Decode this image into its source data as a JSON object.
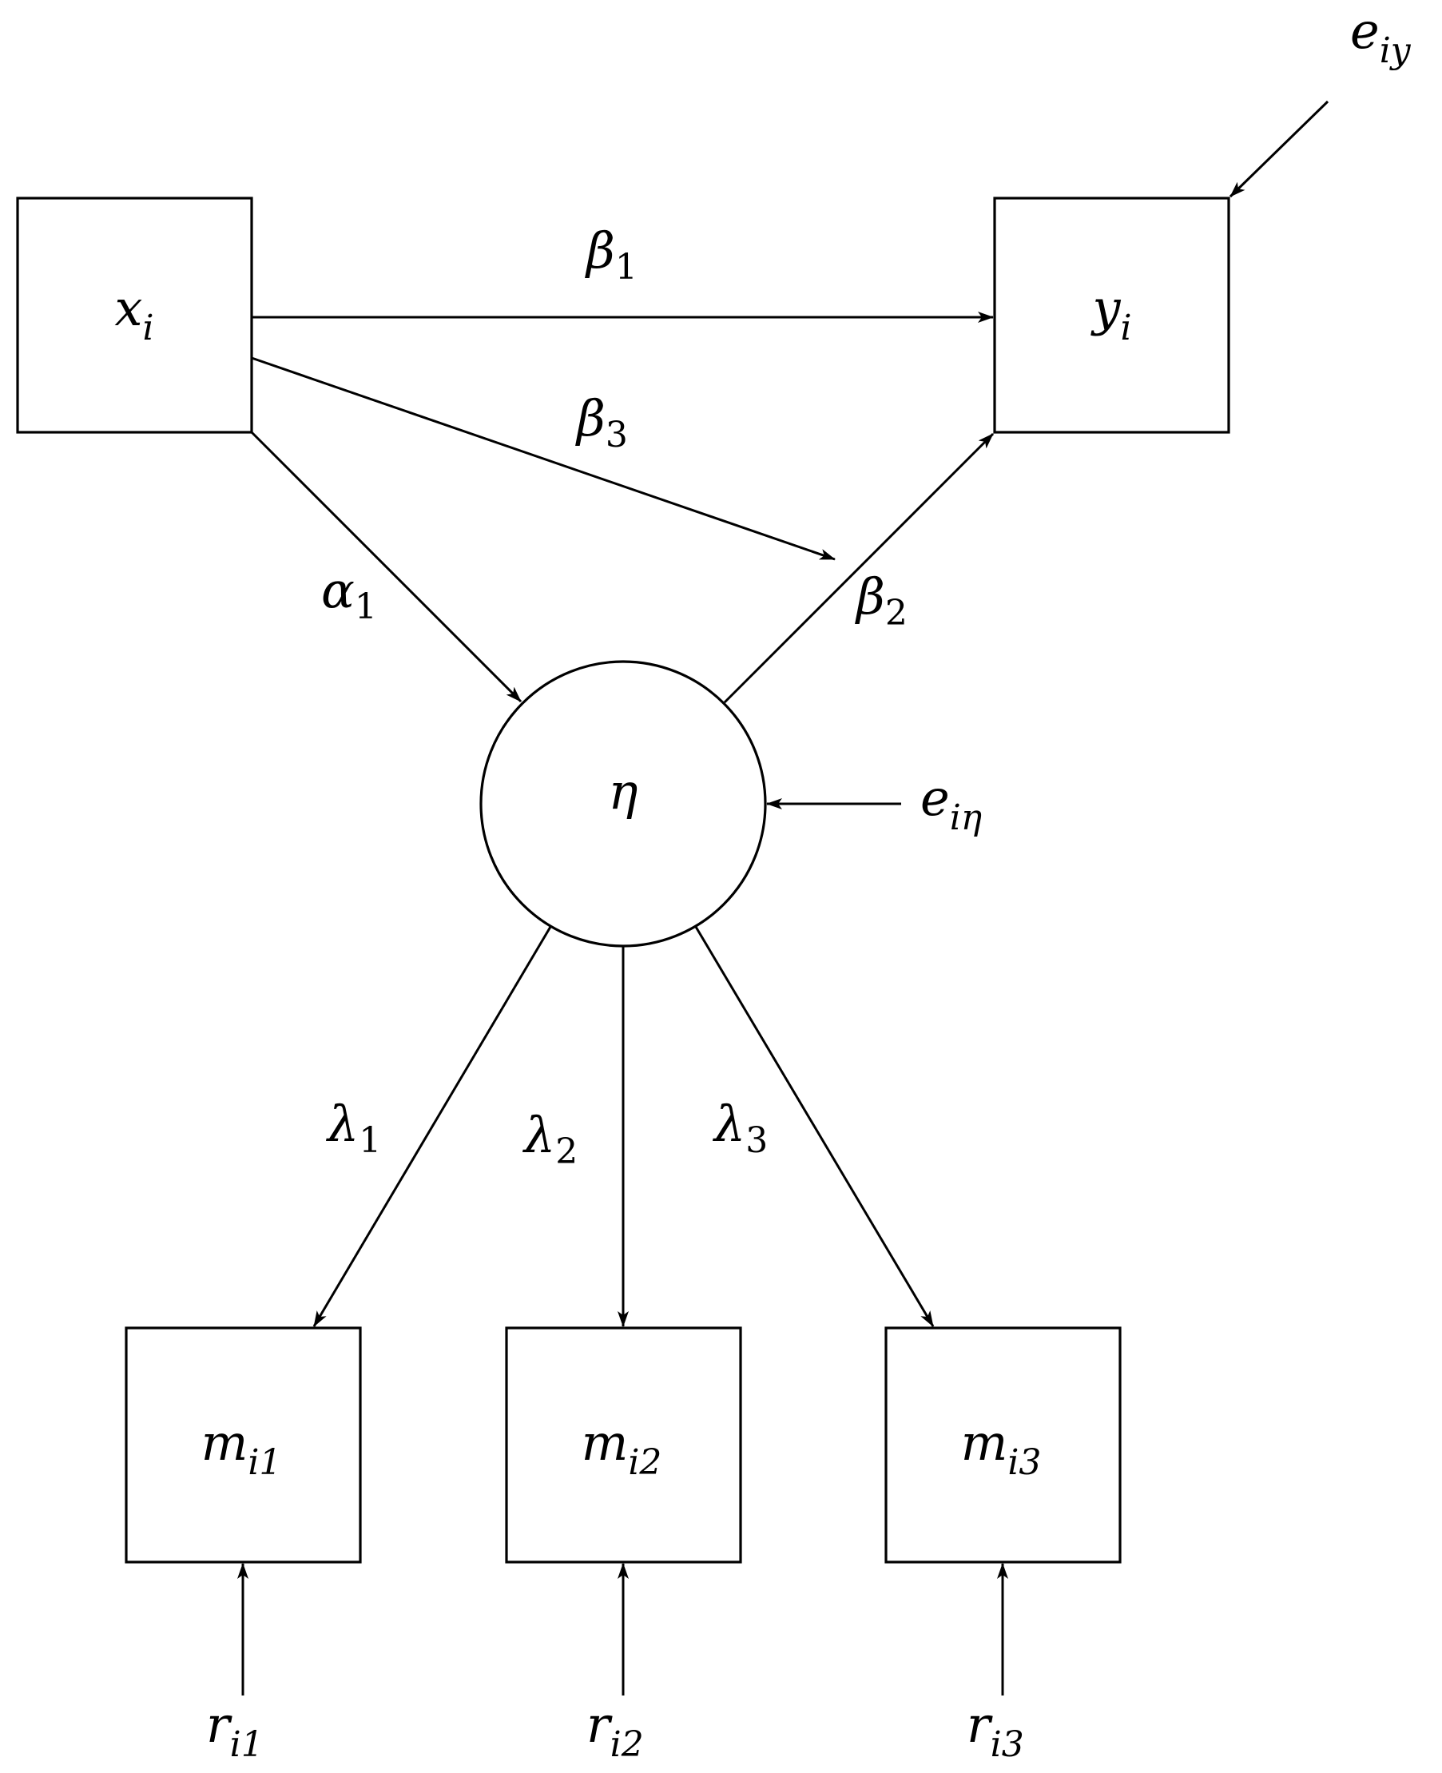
{
  "nodes": {
    "x": {
      "base": "x",
      "sub": "i"
    },
    "y": {
      "base": "y",
      "sub": "i"
    },
    "eta": {
      "base": "η",
      "sub": ""
    },
    "m1": {
      "base": "m",
      "sub": "i1"
    },
    "m2": {
      "base": "m",
      "sub": "i2"
    },
    "m3": {
      "base": "m",
      "sub": "i3"
    }
  },
  "errors": {
    "eiy": {
      "base": "e",
      "sub": "iy"
    },
    "eieta": {
      "base": "e",
      "sub": "iη"
    },
    "ri1": {
      "base": "r",
      "sub": "i1"
    },
    "ri2": {
      "base": "r",
      "sub": "i2"
    },
    "ri3": {
      "base": "r",
      "sub": "i3"
    }
  },
  "paths": {
    "beta1": {
      "base": "β",
      "sub": "1"
    },
    "beta2": {
      "base": "β",
      "sub": "2"
    },
    "beta3": {
      "base": "β",
      "sub": "3"
    },
    "alpha1": {
      "base": "α",
      "sub": "1"
    },
    "lambda1": {
      "base": "λ",
      "sub": "1"
    },
    "lambda2": {
      "base": "λ",
      "sub": "2"
    },
    "lambda3": {
      "base": "λ",
      "sub": "3"
    }
  }
}
